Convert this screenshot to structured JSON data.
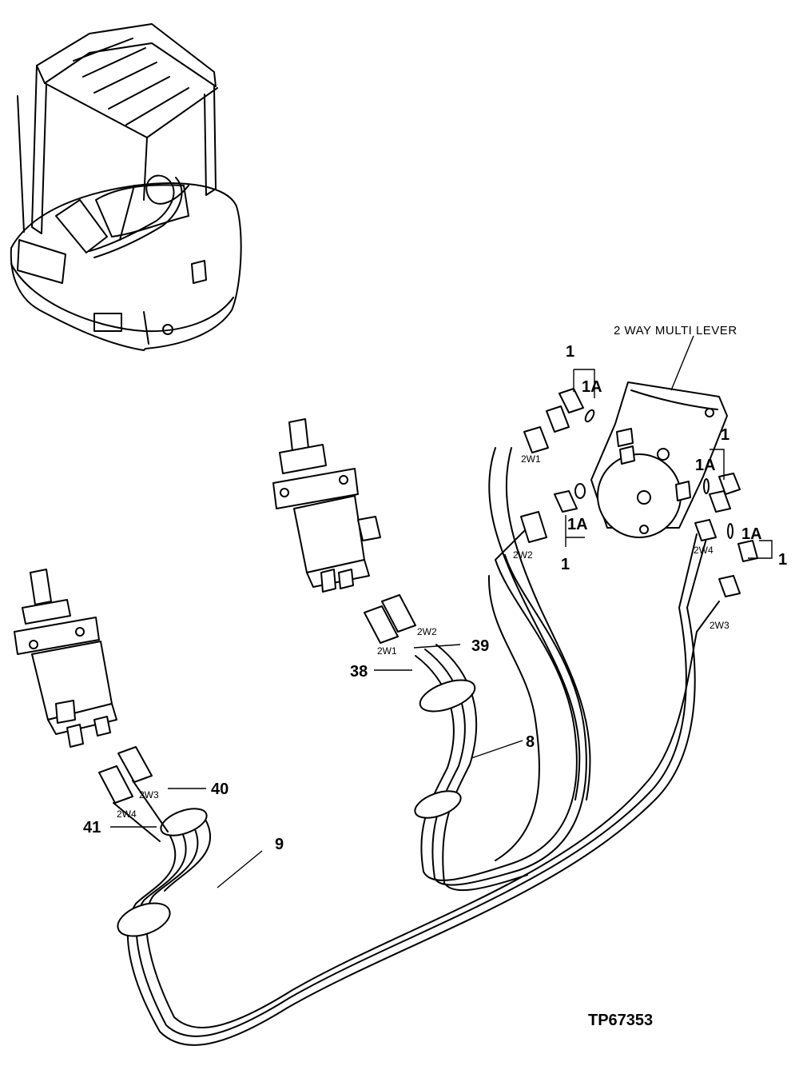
{
  "diagram": {
    "title_label": "2 WAY MULTI LEVER",
    "figure_id": "TP67353",
    "callouts": {
      "c1_top": "1",
      "c1a_top": "1A",
      "c1_right_upper": "1",
      "c1a_right_upper": "1A",
      "c1a_mid": "1A",
      "c1_mid": "1",
      "c1a_right_lower": "1A",
      "c1_right_lower": "1",
      "c39": "39",
      "c38": "38",
      "c8": "8",
      "c40": "40",
      "c41": "41",
      "c9": "9"
    },
    "hose_tags": {
      "w1_lever": "2W1",
      "w2_lever": "2W2",
      "w4_lever": "2W4",
      "w3_lever": "2W3",
      "w2_valve": "2W2",
      "w1_valve": "2W1",
      "w3_valve": "2W3",
      "w4_valve": "2W4"
    }
  }
}
